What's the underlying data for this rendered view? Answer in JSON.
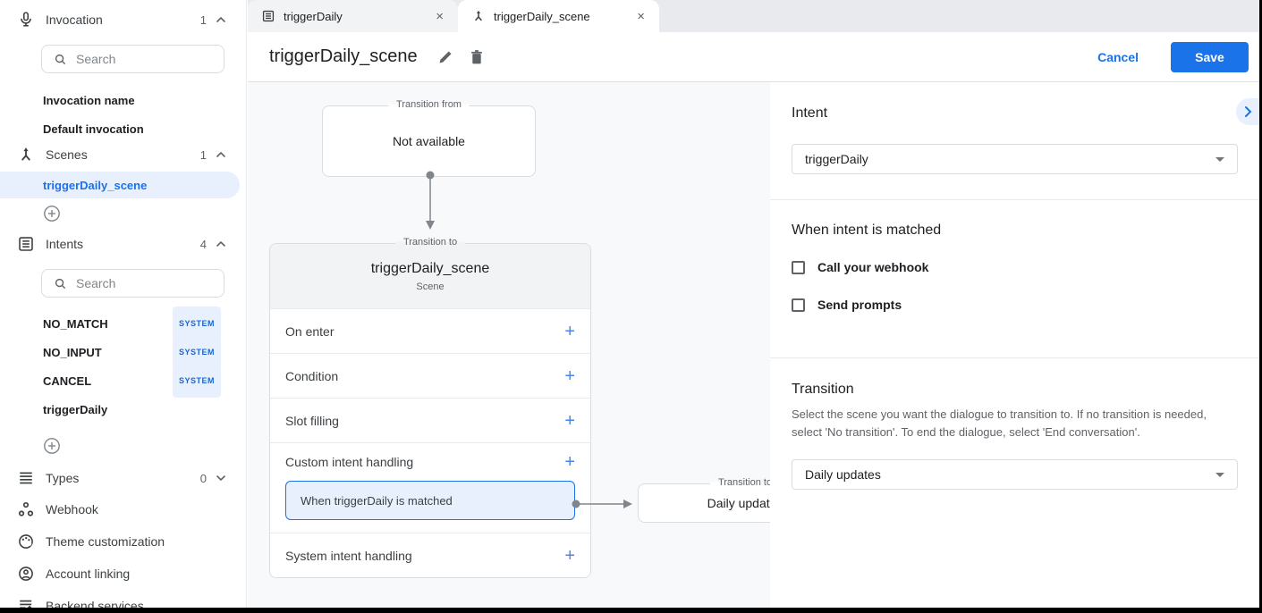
{
  "tabs": [
    {
      "label": "triggerDaily"
    },
    {
      "label": "triggerDaily_scene"
    }
  ],
  "header": {
    "title": "triggerDaily_scene",
    "cancel_label": "Cancel",
    "save_label": "Save"
  },
  "sidebar": {
    "invocation": {
      "label": "Invocation",
      "count": "1",
      "search_placeholder": "Search",
      "items": [
        {
          "label": "Invocation name"
        },
        {
          "label": "Default invocation"
        }
      ]
    },
    "scenes": {
      "label": "Scenes",
      "count": "1",
      "items": [
        {
          "label": "triggerDaily_scene"
        }
      ]
    },
    "intents": {
      "label": "Intents",
      "count": "4",
      "search_placeholder": "Search",
      "items": [
        {
          "label": "NO_MATCH",
          "badge": "SYSTEM"
        },
        {
          "label": "NO_INPUT",
          "badge": "SYSTEM"
        },
        {
          "label": "CANCEL",
          "badge": "SYSTEM"
        },
        {
          "label": "triggerDaily",
          "badge": ""
        }
      ]
    },
    "types": {
      "label": "Types",
      "count": "0"
    },
    "links": [
      {
        "label": "Webhook"
      },
      {
        "label": "Theme customization"
      },
      {
        "label": "Account linking"
      },
      {
        "label": "Backend services"
      }
    ]
  },
  "canvas": {
    "transition_from": {
      "legend": "Transition from",
      "content": "Not available"
    },
    "scene_card": {
      "legend": "Transition to",
      "title": "triggerDaily_scene",
      "subtitle": "Scene",
      "rows": [
        {
          "label": "On enter"
        },
        {
          "label": "Condition"
        },
        {
          "label": "Slot filling"
        },
        {
          "label": "Custom intent handling"
        },
        {
          "label": "System intent handling"
        }
      ],
      "chip": "When triggerDaily is matched"
    },
    "next_card": {
      "legend": "Transition to",
      "title": "Daily updates"
    }
  },
  "panel": {
    "intent": {
      "heading": "Intent",
      "value": "triggerDaily"
    },
    "matched": {
      "heading": "When intent is matched",
      "checkboxes": [
        {
          "label": "Call your webhook",
          "checked": false
        },
        {
          "label": "Send prompts",
          "checked": false
        }
      ]
    },
    "transition": {
      "heading": "Transition",
      "description": "Select the scene you want the dialogue to transition to. If no transition is needed, select 'No transition'. To end the dialogue, select 'End conversation'.",
      "value": "Daily updates"
    }
  },
  "glyphs": {
    "plus": "+",
    "close": "×"
  },
  "colors": {
    "accent": "#1a73e8",
    "selected_bg": "#e8f0fe",
    "badge_text": "#1967d2",
    "canvas_bg": "#f8f9fa"
  }
}
